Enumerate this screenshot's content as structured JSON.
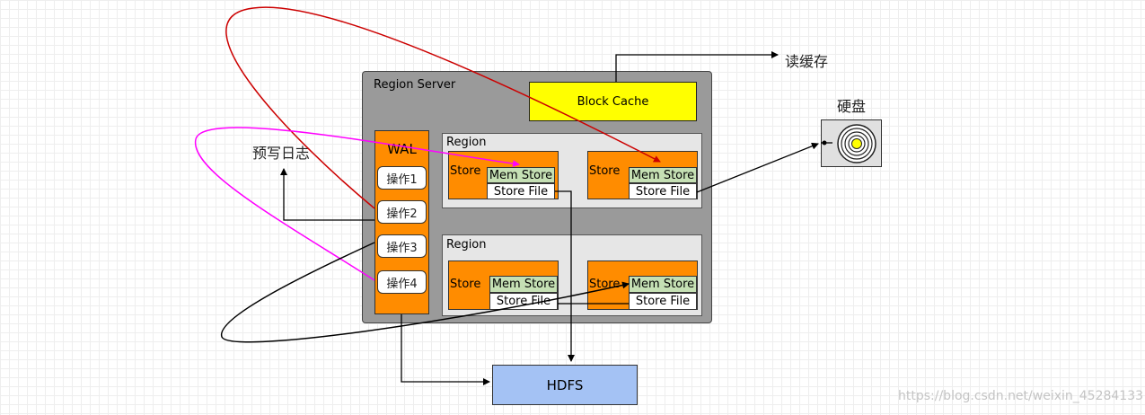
{
  "diagram": {
    "region_server": {
      "label": "Region Server"
    },
    "block_cache": {
      "label": "Block Cache",
      "color": "#ffff00"
    },
    "read_cache_label": "读缓存",
    "disk_label": "硬盘",
    "wal": {
      "label": "WAL",
      "annotation": "预写日志",
      "operations": [
        "操作1",
        "操作2",
        "操作3",
        "操作4"
      ]
    },
    "regions": [
      {
        "label": "Region",
        "stores": [
          {
            "label": "Store",
            "mem_store": "Mem Store",
            "store_file": "Store File"
          },
          {
            "label": "Store",
            "mem_store": "Mem Store",
            "store_file": "Store File"
          }
        ]
      },
      {
        "label": "Region",
        "stores": [
          {
            "label": "Store",
            "mem_store": "Mem Store",
            "store_file": "Store File"
          },
          {
            "label": "Store",
            "mem_store": "Mem Store",
            "store_file": "Store File"
          }
        ]
      }
    ],
    "hdfs": {
      "label": "HDFS",
      "color": "#a4c2f4"
    },
    "colors": {
      "wal": "#ff8c00",
      "store": "#ff8c00",
      "mem_store": "#c5e0b4",
      "arrow_red": "#cc0000",
      "arrow_magenta": "#ff00ff",
      "arrow_black": "#000000"
    }
  },
  "watermark": "https://blog.csdn.net/weixin_45284133"
}
